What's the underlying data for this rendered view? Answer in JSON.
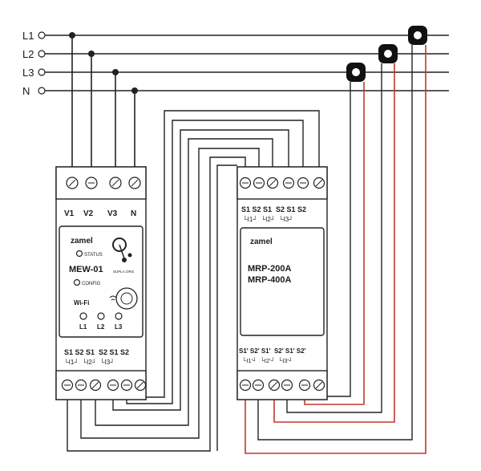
{
  "lines": [
    {
      "label": "L1"
    },
    {
      "label": "L2"
    },
    {
      "label": "L3"
    },
    {
      "label": "N"
    }
  ],
  "mew": {
    "brand": "zamel",
    "model": "MEW-01",
    "status": "STATUS",
    "config": "CONFIG",
    "supla": "SUPLA.ORG",
    "wifi": "Wi-Fi",
    "top_terminals": [
      "V1",
      "V2",
      "V3",
      "N"
    ],
    "leds": [
      "L1",
      "L2",
      "L3"
    ],
    "bottom_s": "S1 S2 S1  S2 S1 S2",
    "bottom_i": "└I1┘  └I2┘  └I3┘"
  },
  "mrp": {
    "brand": "zamel",
    "model_a": "MRP-200A",
    "model_b": "MRP-400A",
    "top_s": "S1 S2 S1  S2 S1 S2",
    "top_i": "└I1┘  └I2┘  └I3┘",
    "bottom_s": "S1' S2' S1'  S2' S1' S2'",
    "bottom_i": "└I1'┘  └I2'┘  └I3'┘"
  },
  "colors": {
    "wire": "#222222",
    "secondary": "#c0392b"
  }
}
